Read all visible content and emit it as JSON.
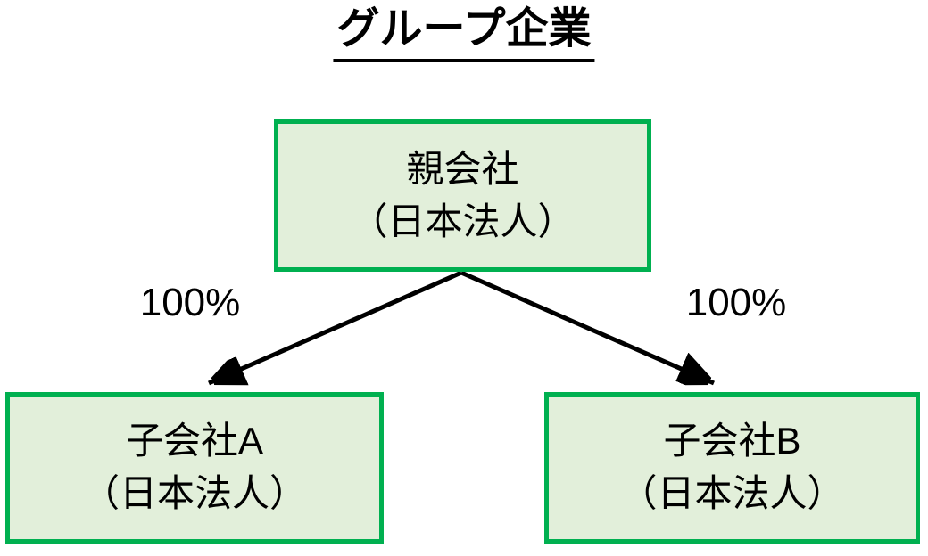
{
  "diagram": {
    "title": "グループ企業",
    "nodes": {
      "parent": {
        "name_line": "親会社",
        "sub_line": "（日本法人）"
      },
      "child_a": {
        "name_line": "子会社A",
        "sub_line": "（日本法人）"
      },
      "child_b": {
        "name_line": "子会社B",
        "sub_line": "（日本法人）"
      }
    },
    "edges": {
      "left": {
        "label": "100%"
      },
      "right": {
        "label": "100%"
      }
    },
    "colors": {
      "box_border": "#00B050",
      "box_fill": "#E2EFDA",
      "arrow": "#000000",
      "text": "#000000"
    }
  }
}
